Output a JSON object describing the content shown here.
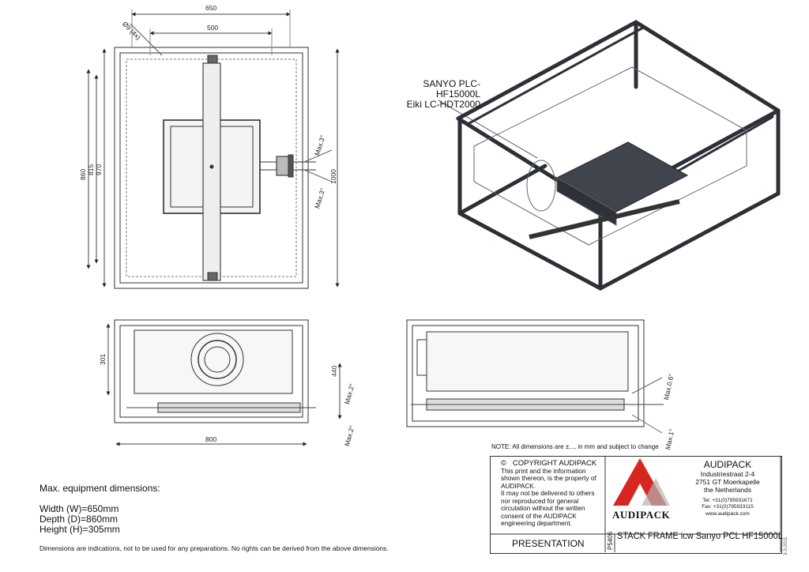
{
  "top_view": {
    "dim_650": "650",
    "dim_500": "500",
    "dim_hole": "Ø9 (4x)",
    "dim_860": "860",
    "dim_815": "815",
    "dim_970": "970",
    "dim_1000": "1000",
    "tilt_1": "Max.3°",
    "tilt_2": "Max.3°"
  },
  "front_view": {
    "dim_301": "301",
    "dim_440": "440",
    "dim_800": "800",
    "tilt_1": "Max.2°",
    "tilt_2": "Max.2°"
  },
  "side_view": {
    "tilt_1": "Max.0.6°",
    "tilt_2": "Max.1°"
  },
  "iso_callout": {
    "line1": "SANYO PLC-HF15000L",
    "line2": "Eiki LC-HDT2000"
  },
  "note": "NOTE: All dimensions are ±..., in mm and subject to change",
  "max_dims": {
    "title": "Max. equipment dimensions:",
    "width": "Width (W)=650mm",
    "depth": "Depth (D)=860mm",
    "height": "Height (H)=305mm"
  },
  "disclaimer": "Dimensions are indications, not to be used for any preparations. No rights can be derived from the above dimensions.",
  "title_block": {
    "copyright_symbol": "©",
    "copyright_title": "COPYRIGHT AUDIPACK",
    "copyright_lines": [
      "This print and the information",
      "shown thereon, is the property of",
      "AUDIPACK.",
      "It may not be delivered to others",
      "nor reproduced for general",
      "circulation without the written",
      "consent of the AUDIPACK",
      "engineering department."
    ],
    "logo_text": "AUDIPACK",
    "company": "AUDIPACK",
    "address_lines": [
      "Industriestraat 2-4",
      "2751 GT Moerkapelle",
      "the Netherlands"
    ],
    "tel": "Tel:  +31(0)795931671",
    "fax": "Fax:  +31(0)795933115",
    "web": "www.audipack.com",
    "drawing_no": "P5406",
    "drawing_title": "STACK FRAME icw Sanyo PCL HF15000L",
    "status": "PRESENTATION",
    "date": "3-3-2011"
  }
}
